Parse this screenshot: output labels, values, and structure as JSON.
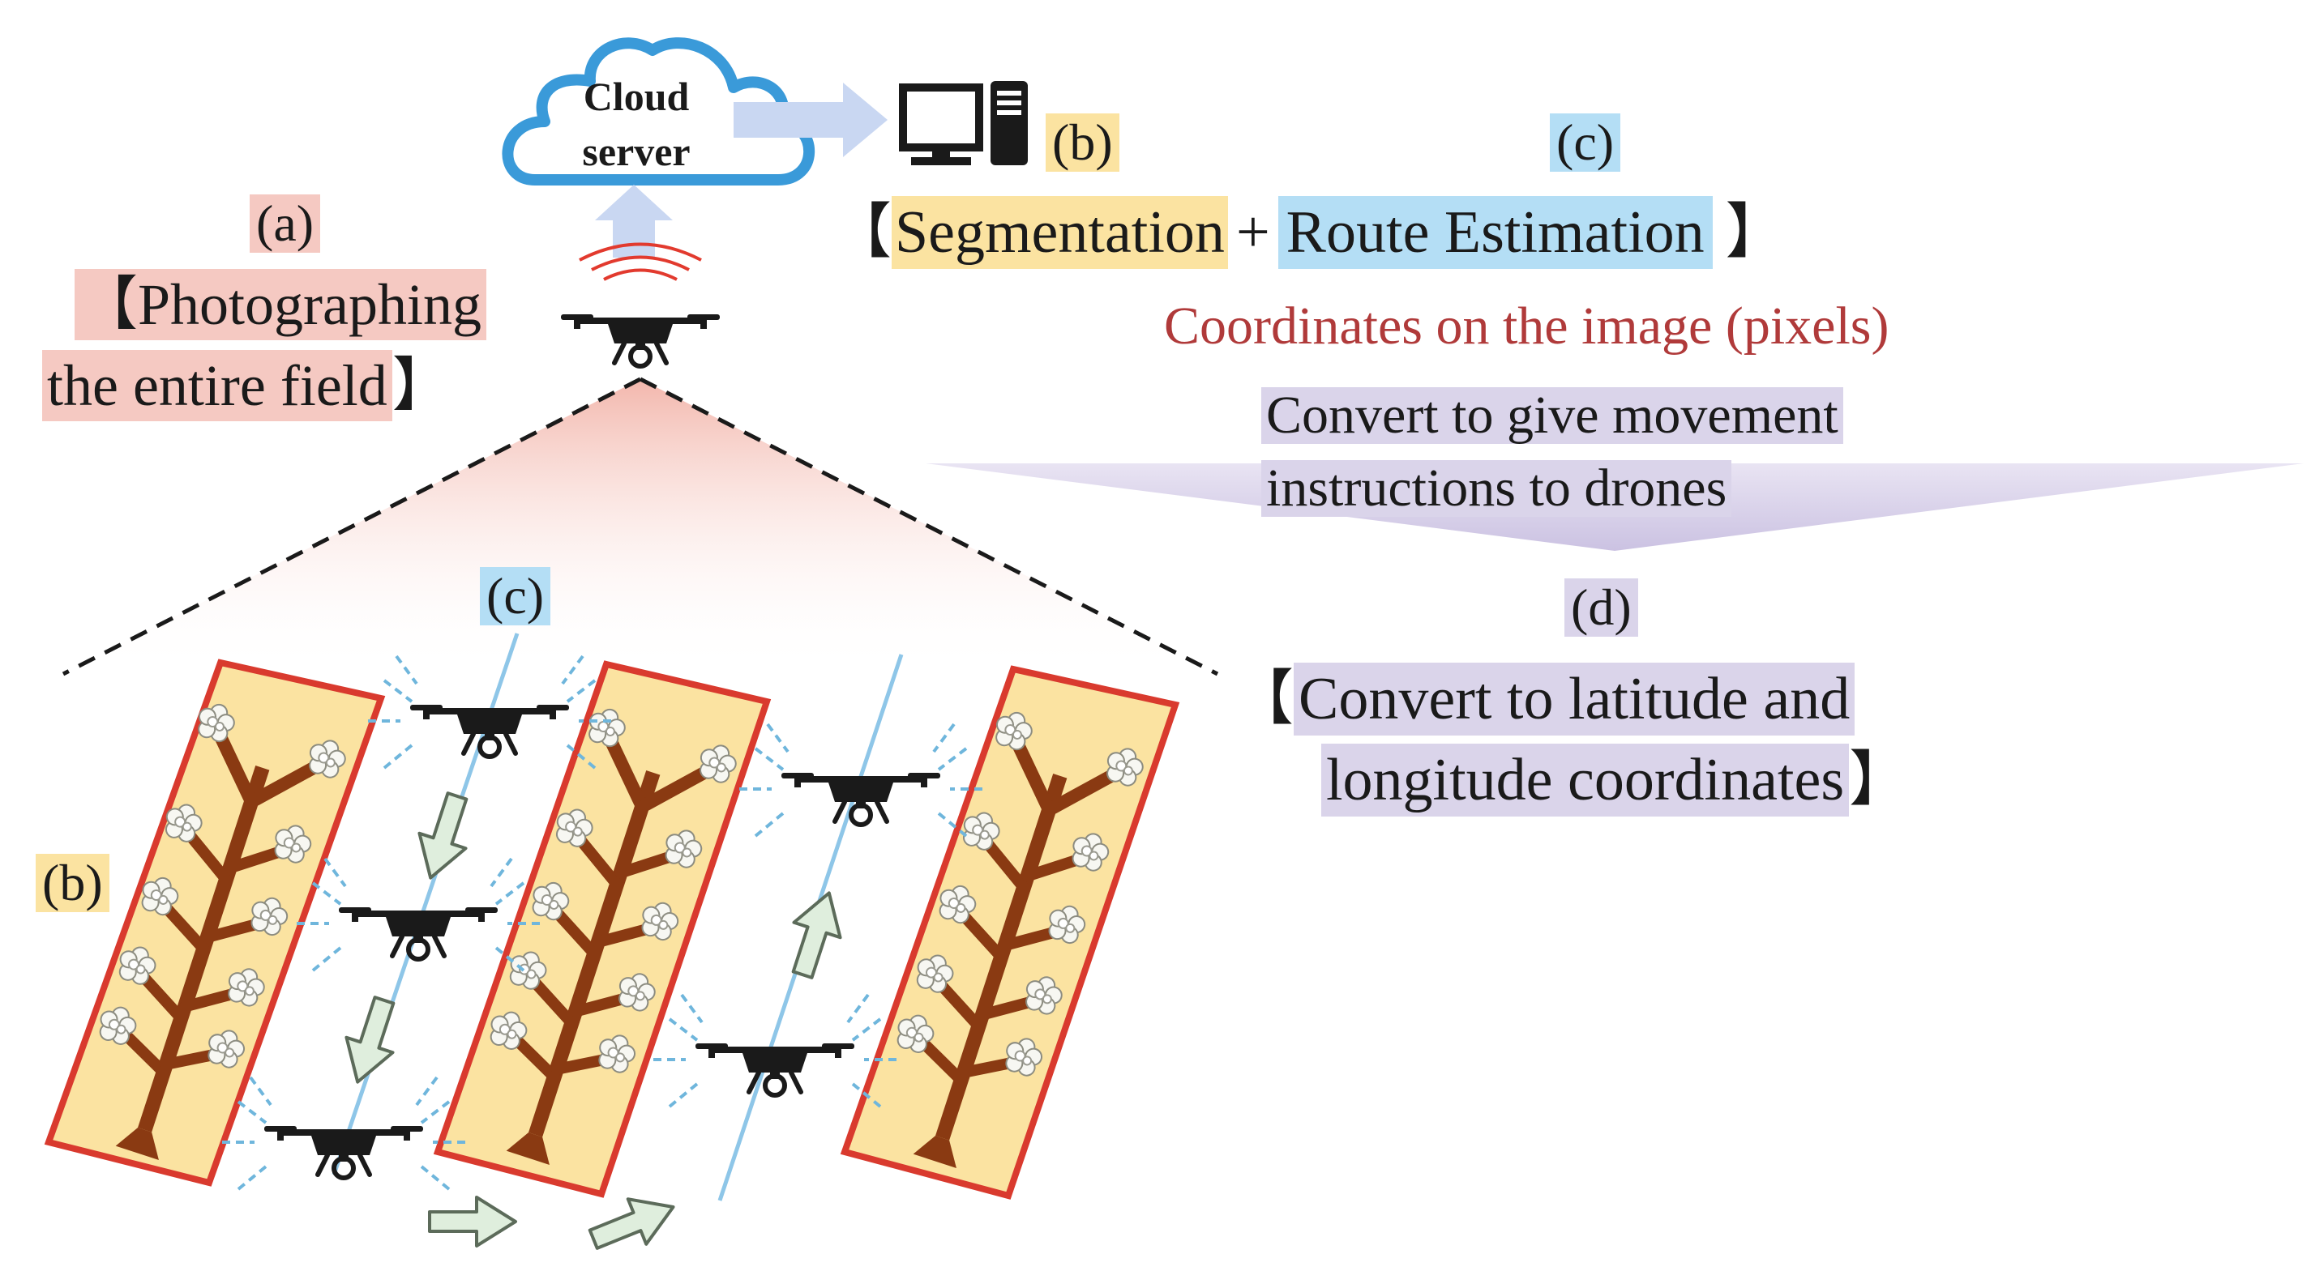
{
  "cloud": {
    "line1": "Cloud",
    "line2": "server"
  },
  "labels": {
    "a": "(a)",
    "b_top": "(b)",
    "c_top": "(c)",
    "c_field": "(c)",
    "b_field": "(b)",
    "d": "(d)"
  },
  "photographing": {
    "line1": "【Photographing",
    "line2a": "the entire field",
    "line2b": "】"
  },
  "processing": {
    "bracket_open": "【",
    "segmentation": "Segmentation",
    "plus": "+",
    "route": "Route Estimation",
    "bracket_close": "】"
  },
  "coordinates": "Coordinates on the image (pixels)",
  "convert": {
    "line1": "Convert to give movement",
    "line2": "instructions to drones"
  },
  "latlon": {
    "bracket_open": "【",
    "line1": "Convert to latitude and",
    "line2": "longitude coordinates",
    "bracket_close": "】"
  },
  "colors": {
    "pink_highlight": "#f5c9c2",
    "yellow_highlight": "#fbe3a1",
    "blue_highlight": "#b4def5",
    "purple_highlight": "#dad4ea",
    "coordinates_text": "#b03a3a",
    "cloud_outline": "#3a9ad9",
    "arrow_light": "#c9d7f2",
    "tree_strip_fill": "#fbe3a1",
    "tree_strip_border": "#d93a2e",
    "trunk": "#8a3a12",
    "route_line": "#8ec6e8"
  },
  "icons": [
    "cloud-icon",
    "computer-icon",
    "drone-icon",
    "wifi-signal-icon",
    "tree-icon",
    "flower-icon",
    "arrow-icon"
  ]
}
